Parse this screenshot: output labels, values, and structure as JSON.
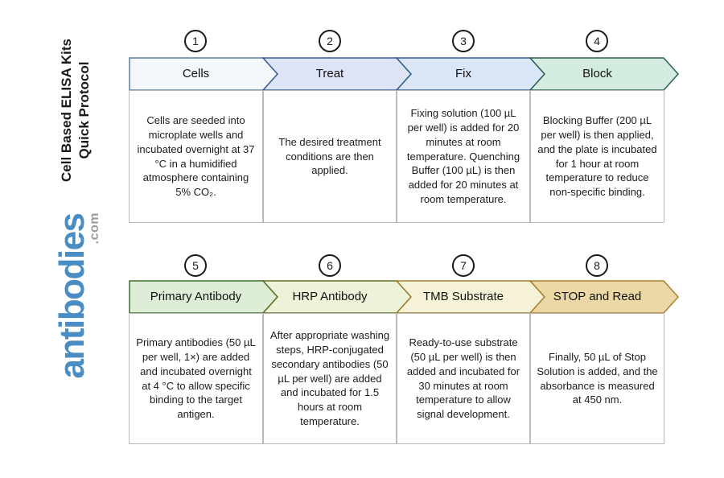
{
  "sidebar": {
    "title_line1": "Cell Based ELISA Kits",
    "title_line2": "Quick Protocol",
    "logo_text": "antibodies",
    "logo_suffix": ".com",
    "logo_color": "#4a8dc4",
    "logo_suffix_color": "#9b9b9b"
  },
  "steps": [
    {
      "number": "1",
      "label": "Cells",
      "fill": "#f4f8fb",
      "stroke": "#5b7ca3",
      "description": "Cells are seeded into microplate wells and incubated overnight at 37 °C in a humidified atmosphere containing 5% CO₂."
    },
    {
      "number": "2",
      "label": "Treat",
      "fill": "#dde4f6",
      "stroke": "#3a5a96",
      "description": "The desired treatment conditions are then applied."
    },
    {
      "number": "3",
      "label": "Fix",
      "fill": "#dae6f5",
      "stroke": "#2f5e8e",
      "description": "Fixing solution (100 µL per well) is added for 20 minutes at room temperature. Quenching Buffer (100 µL) is then added for 20 minutes at room temperature."
    },
    {
      "number": "4",
      "label": "Block",
      "fill": "#d4ecdf",
      "stroke": "#2c6055",
      "description": "Blocking Buffer (200 µL per well) is then applied, and the plate is incubated for 1 hour at room temperature to reduce non-specific binding."
    },
    {
      "number": "5",
      "label": "Primary Antibody",
      "fill": "#ddedd6",
      "stroke": "#3e6d31",
      "description": "Primary antibodies (50 µL per well, 1×) are added and incubated overnight at 4 °C to allow specific binding to the target antigen."
    },
    {
      "number": "6",
      "label": "HRP Antibody",
      "fill": "#edf3d9",
      "stroke": "#5f6e23",
      "description": "After appropriate washing steps, HRP-conjugated secondary antibodies (50 µL per well) are added and incubated for 1.5 hours at room temperature."
    },
    {
      "number": "7",
      "label": "TMB Substrate",
      "fill": "#f6f2d7",
      "stroke": "#9b7c2d",
      "description": "Ready-to-use substrate (50 µL per well) is then added and incubated for 30 minutes at room temperature to allow signal development."
    },
    {
      "number": "8",
      "label": "STOP and Read",
      "fill": "#ebd8a4",
      "stroke": "#a5812e",
      "description": "Finally, 50 µL of Stop Solution is added, and the absorbance is measured at 450 nm."
    }
  ]
}
